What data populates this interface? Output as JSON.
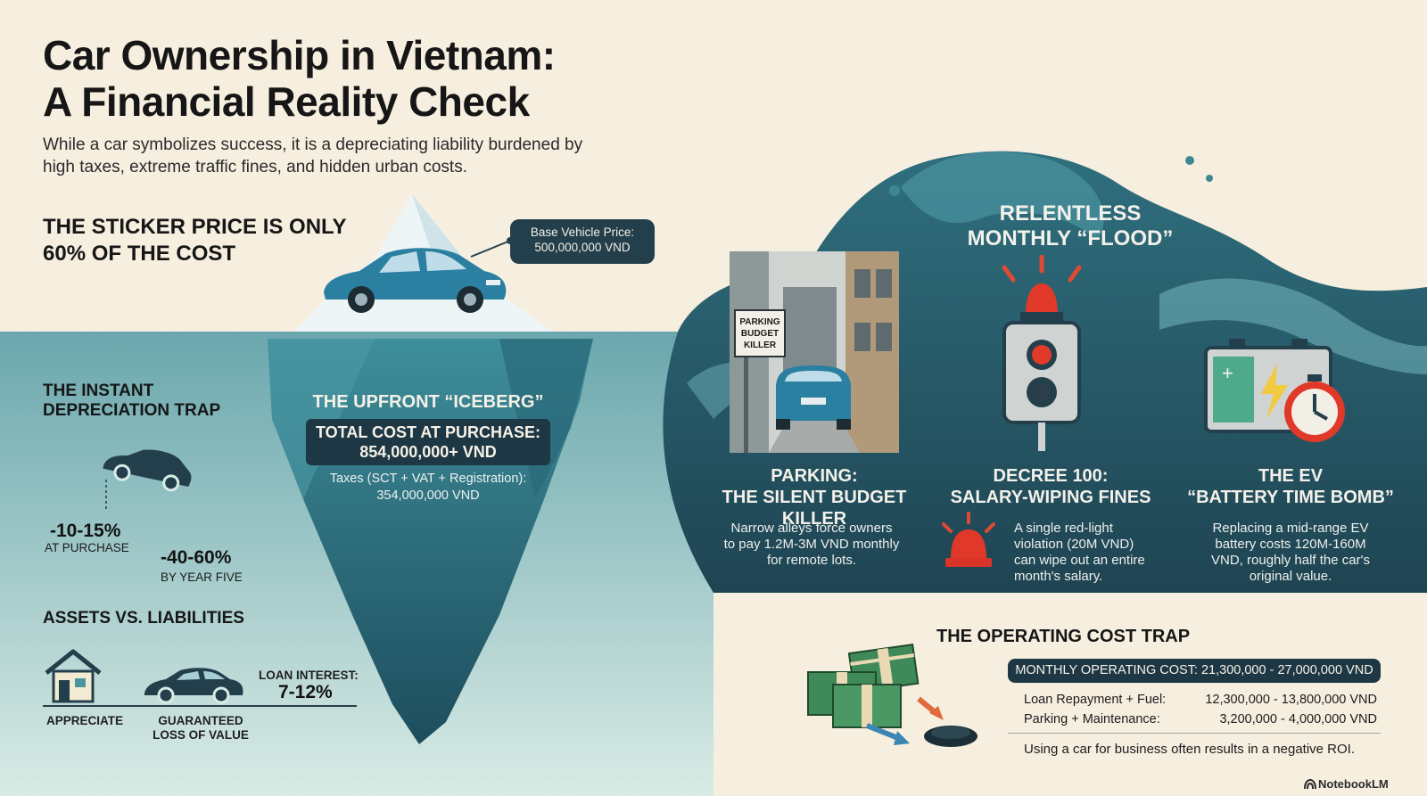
{
  "header": {
    "title_line1": "Car Ownership in Vietnam:",
    "title_line2": "A Financial Reality Check",
    "subtitle_line1": "While a car symbolizes success, it is a depreciating liability burdened by",
    "subtitle_line2": "high taxes, extreme traffic fines, and hidden urban costs."
  },
  "sticker": {
    "heading_line1": "THE STICKER PRICE IS ONLY",
    "heading_line2": "60% OF THE COST",
    "callout_line1": "Base Vehicle Price:",
    "callout_line2": "500,000,000 VND"
  },
  "iceberg": {
    "heading": "THE UPFRONT “ICEBERG”",
    "total_label": "TOTAL COST AT PURCHASE:",
    "total_value": "854,000,000+ VND",
    "taxes_line1": "Taxes (SCT + VAT + Registration):",
    "taxes_line2": "354,000,000 VND"
  },
  "depreciation": {
    "heading_line1": "THE INSTANT",
    "heading_line2": "DEPRECIATION TRAP",
    "stat1_value": "-10-15%",
    "stat1_label": "AT PURCHASE",
    "stat2_value": "-40-60%",
    "stat2_label": "BY YEAR FIVE"
  },
  "assets": {
    "heading": "ASSETS VS. LIABILITIES",
    "house_label": "APPRECIATE",
    "car_label_line1": "GUARANTEED",
    "car_label_line2": "LOSS OF VALUE",
    "loan_label": "LOAN INTEREST:",
    "loan_value": "7-12%"
  },
  "flood": {
    "heading_line1": "RELENTLESS",
    "heading_line2": "MONTHLY “FLOOD”",
    "sign_line1": "PARKING",
    "sign_line2": "BUDGET",
    "sign_line3": "KILLER",
    "cards": [
      {
        "title_line1": "PARKING:",
        "title_line2": "THE SILENT BUDGET KILLER",
        "text_line1": "Narrow alleys force owners",
        "text_line2": "to pay 1.2M-3M VND monthly",
        "text_line3": "for remote lots."
      },
      {
        "title_line1": "DECREE 100:",
        "title_line2": "SALARY-WIPING FINES",
        "text_line1": "A single red-light",
        "text_line2": "violation (20M VND)",
        "text_line3": "can wipe out an entire",
        "text_line4": "month's salary."
      },
      {
        "title_line1": "THE EV",
        "title_line2": "“BATTERY TIME BOMB”",
        "text_line1": "Replacing a mid-range EV",
        "text_line2": "battery costs 120M-160M",
        "text_line3": "VND, roughly half the car's",
        "text_line4": "original value."
      }
    ]
  },
  "operating": {
    "heading": "THE OPERATING COST TRAP",
    "monthly": "MONTHLY OPERATING COST: 21,300,000 - 27,000,000 VND",
    "rows": [
      {
        "label": "Loan Repayment + Fuel:",
        "value": "12,300,000 - 13,800,000 VND"
      },
      {
        "label": "Parking + Maintenance:",
        "value": "3,200,000 - 4,000,000 VND"
      }
    ],
    "note": "Using a car for business often results in a negative ROI."
  },
  "brand": "NotebookLM",
  "colors": {
    "cream": "#f6efe0",
    "navy": "#1e3744",
    "sea": "#3f8a97",
    "ice": "#2f7584",
    "alarm_red": "#d93a2b"
  }
}
